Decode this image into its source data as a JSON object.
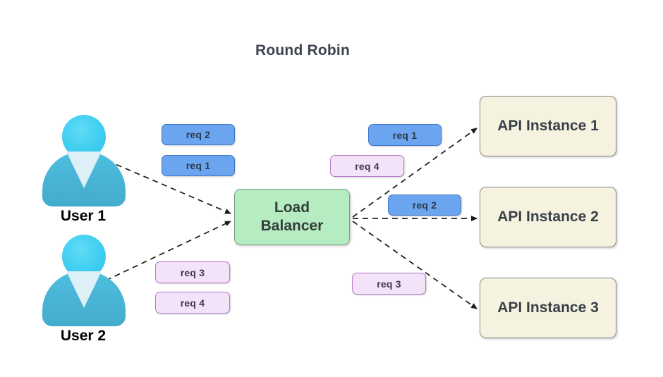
{
  "diagram": {
    "title": "Round Robin",
    "background": "#ffffff",
    "colors": {
      "title_text": "#3b4450",
      "user_head": "#3fcdf0",
      "user_body": "#49b5d6",
      "user_collar": "#ddeff7",
      "pill_blue_fill": "#6ba5ef",
      "pill_blue_border": "#3f79c9",
      "pill_purple_fill": "#f4e2f9",
      "pill_purple_border": "#b57ccb",
      "load_balancer_fill": "#b6ecc1",
      "load_balancer_border": "#7f9f87",
      "api_fill": "#f5f2e0",
      "api_border": "#8a8a82",
      "edge": "#1a1a1a"
    }
  },
  "users": [
    {
      "label": "User 1",
      "icon": "user-avatar-icon"
    },
    {
      "label": "User 2",
      "icon": "user-avatar-icon"
    }
  ],
  "inbound_requests": [
    {
      "label": "req 2",
      "color": "blue",
      "from_user": "User 1"
    },
    {
      "label": "req 1",
      "color": "blue",
      "from_user": "User 1"
    },
    {
      "label": "req 3",
      "color": "purple",
      "from_user": "User 2"
    },
    {
      "label": "req 4",
      "color": "purple",
      "from_user": "User 2"
    }
  ],
  "load_balancer": {
    "line1": "Load",
    "line2": "Balancer"
  },
  "outbound_requests": [
    {
      "label": "req 1",
      "color": "blue",
      "to_instance": "API Instance 1"
    },
    {
      "label": "req 4",
      "color": "purple",
      "to_instance": "API Instance 1"
    },
    {
      "label": "req 2",
      "color": "blue",
      "to_instance": "API Instance 2"
    },
    {
      "label": "req 3",
      "color": "purple",
      "to_instance": "API Instance 3"
    }
  ],
  "api_instances": [
    {
      "label": "API Instance 1"
    },
    {
      "label": "API Instance 2"
    },
    {
      "label": "API Instance 3"
    }
  ],
  "edges": [
    {
      "from": "User 1",
      "to": "Load Balancer",
      "style": "dashed",
      "arrow": true
    },
    {
      "from": "User 2",
      "to": "Load Balancer",
      "style": "dashed",
      "arrow": true
    },
    {
      "from": "Load Balancer",
      "to": "API Instance 1",
      "style": "dashed",
      "arrow": true
    },
    {
      "from": "Load Balancer",
      "to": "API Instance 2",
      "style": "dashed",
      "arrow": true
    },
    {
      "from": "Load Balancer",
      "to": "API Instance 3",
      "style": "dashed",
      "arrow": true
    }
  ]
}
